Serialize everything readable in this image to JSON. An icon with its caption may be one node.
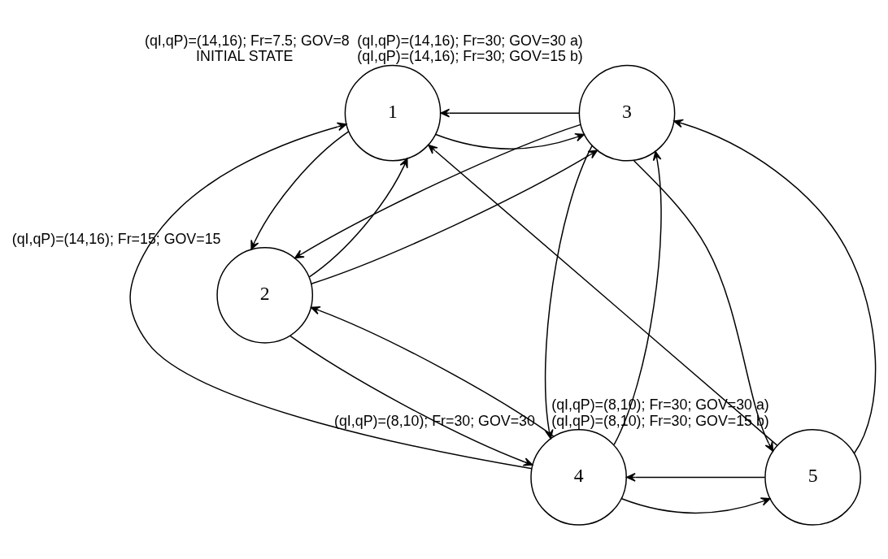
{
  "diagram": {
    "nodes": [
      {
        "text": [
          "1"
        ],
        "beside": [
          "(qI,qP)=(14,16); Fr=7.5; GOV=8",
          "INITIAL STATE"
        ]
      },
      {
        "text": [
          "2"
        ],
        "beside": [
          "(qI,qP)=(14,16); Fr=15; GOV=15"
        ]
      },
      {
        "text": [
          "3"
        ],
        "beside": [
          "(qI,qP)=(14,16); Fr=30; GOV=30 a)",
          "(qI,qP)=(14,16); Fr=30; GOV=15 b)"
        ]
      },
      {
        "text": [
          "5"
        ],
        "beside": [
          "(qI,qP)=(8,10); Fr=30; GOV=30 a)",
          "(qI,qP)=(8,10); Fr=30; GOV=15 b)"
        ]
      },
      {
        "text": [
          "4"
        ],
        "beside": [
          "(qI,qP)=(8,10); Fr=30; GOV=30"
        ]
      }
    ],
    "edges": [
      {
        "from": 0,
        "to": 1,
        "arrow": "to"
      },
      {
        "from": 1,
        "to": 0,
        "arrow": "to"
      },
      {
        "from": 0,
        "to": 2,
        "arrow": "to"
      },
      {
        "from": 2,
        "to": 0,
        "arrow": "to"
      },
      {
        "from": 1,
        "to": 2,
        "arrow": "to"
      },
      {
        "from": 2,
        "to": 1,
        "arrow": "to"
      },
      {
        "from": 1,
        "to": 4,
        "arrow": "to"
      },
      {
        "from": 4,
        "to": 1,
        "arrow": "to"
      },
      {
        "from": 2,
        "to": 3,
        "arrow": "to"
      },
      {
        "from": 3,
        "to": 2,
        "arrow": "to"
      },
      {
        "from": 2,
        "to": 4,
        "arrow": "to"
      },
      {
        "from": 4,
        "to": 2,
        "arrow": "to"
      },
      {
        "from": 4,
        "to": 3,
        "arrow": "to"
      },
      {
        "from": 3,
        "to": 4,
        "arrow": "to"
      },
      {
        "from": 4,
        "to": 0,
        "arrow": "to"
      },
      {
        "from": 3,
        "to": 0,
        "arrow": "to"
      }
    ]
  }
}
